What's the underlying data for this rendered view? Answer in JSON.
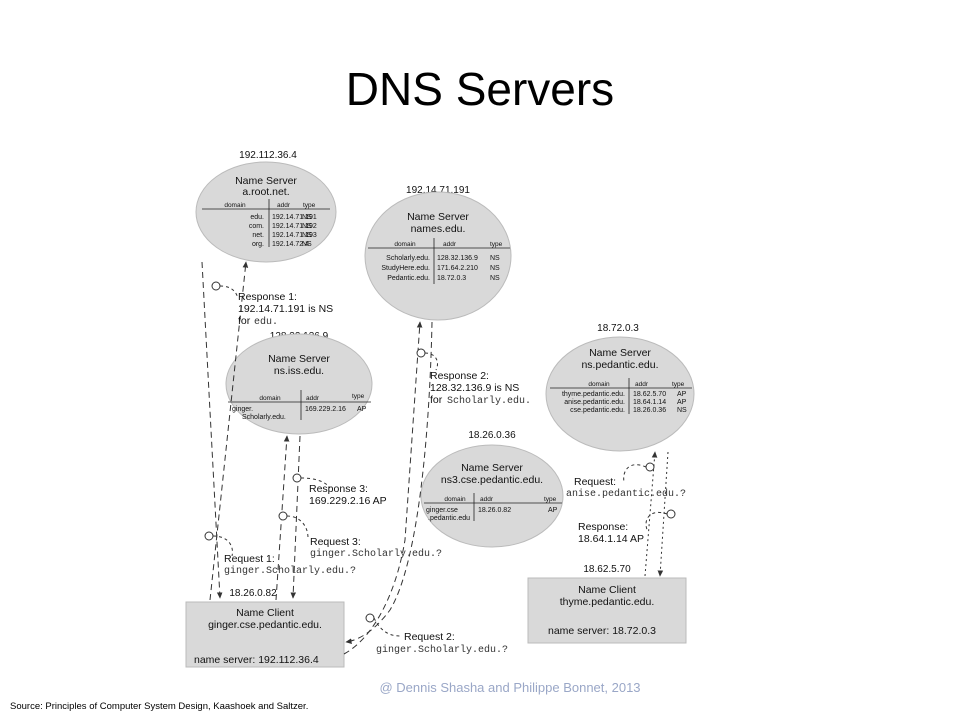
{
  "title": "DNS Servers",
  "root": {
    "ip": "192.112.36.4",
    "label1": "Name Server",
    "label2": "a.root.net.",
    "headers": [
      "domain",
      "addr",
      "type"
    ],
    "rows": [
      [
        "edu.",
        "192.14.71.191",
        "NS"
      ],
      [
        "com.",
        "192.14.71.192",
        "NS"
      ],
      [
        "net.",
        "192.14.71.193",
        "NS"
      ],
      [
        "org.",
        "192.14.72.4",
        "NS"
      ]
    ]
  },
  "edu": {
    "ip": "192.14.71.191",
    "label1": "Name Server",
    "label2": "names.edu.",
    "headers": [
      "domain",
      "addr",
      "type"
    ],
    "rows": [
      [
        "Scholarly.edu.",
        "128.32.136.9",
        "NS"
      ],
      [
        "StudyHere.edu.",
        "171.64.2.210",
        "NS"
      ],
      [
        "Pedantic.edu.",
        "18.72.0.3",
        "NS"
      ]
    ]
  },
  "iss": {
    "ip": "128.32.136.9",
    "label1": "Name Server",
    "label2": "ns.iss.edu.",
    "headers": [
      "domain",
      "addr",
      "type"
    ],
    "row_domain_1": "ginger.",
    "row_domain_2": "Scholarly.edu.",
    "row_addr": "169.229.2.16",
    "row_type": "AP"
  },
  "pedantic": {
    "ip": "18.72.0.3",
    "label1": "Name Server",
    "label2": "ns.pedantic.edu.",
    "headers": [
      "domain",
      "addr",
      "type"
    ],
    "rows": [
      [
        "thyme.pedantic.edu.",
        "18.62.5.70",
        "AP"
      ],
      [
        "anise.pedantic.edu.",
        "18.64.1.14",
        "AP"
      ],
      [
        "cse.pedantic.edu.",
        "18.26.0.36",
        "NS"
      ]
    ]
  },
  "cse": {
    "ip": "18.26.0.36",
    "label1": "Name Server",
    "label2": "ns3.cse.pedantic.edu.",
    "headers": [
      "domain",
      "addr",
      "type"
    ],
    "row_domain_1": "ginger.cse",
    "row_domain_2": ".pedantic.edu",
    "row_addr": "18.26.0.82",
    "row_type": "AP"
  },
  "client1": {
    "ip": "18.26.0.82",
    "label1": "Name Client",
    "label2": "ginger.cse.pedantic.edu.",
    "ns": "name server: 192.112.36.4"
  },
  "client2": {
    "ip": "18.62.5.70",
    "label1": "Name Client",
    "label2": "thyme.pedantic.edu.",
    "ns": "name server: 18.72.0.3"
  },
  "messages": {
    "resp1_a": "Response 1:",
    "resp1_b": "192.14.71.191 is NS",
    "resp1_c": "for",
    "resp1_d": "edu.",
    "resp2_a": "Response 2:",
    "resp2_b": "128.32.136.9 is NS",
    "resp2_c": "for",
    "resp2_d": "Scholarly.edu.",
    "resp3_a": "Response 3:",
    "resp3_b": "169.229.2.16 AP",
    "req3_a": "Request 3:",
    "req3_b": "ginger.Scholarly.edu.?",
    "req1_a": "Request 1:",
    "req1_b": "ginger.Scholarly.edu.?",
    "req2_a": "Request 2:",
    "req2_b": "ginger.Scholarly.edu.?",
    "reqR_a": "Request:",
    "reqR_b": "anise.pedantic.edu.?",
    "respR_a": "Response:",
    "respR_b": "18.64.1.14 AP"
  },
  "footer": "@ Dennis Shasha and Philippe Bonnet, 2013",
  "source": "Source: Principles of Computer System Design, Kaashoek and Saltzer.",
  "colors": {
    "node_fill": "#d9d9d9",
    "line": "#333333",
    "footer": "#9aa7c7"
  }
}
